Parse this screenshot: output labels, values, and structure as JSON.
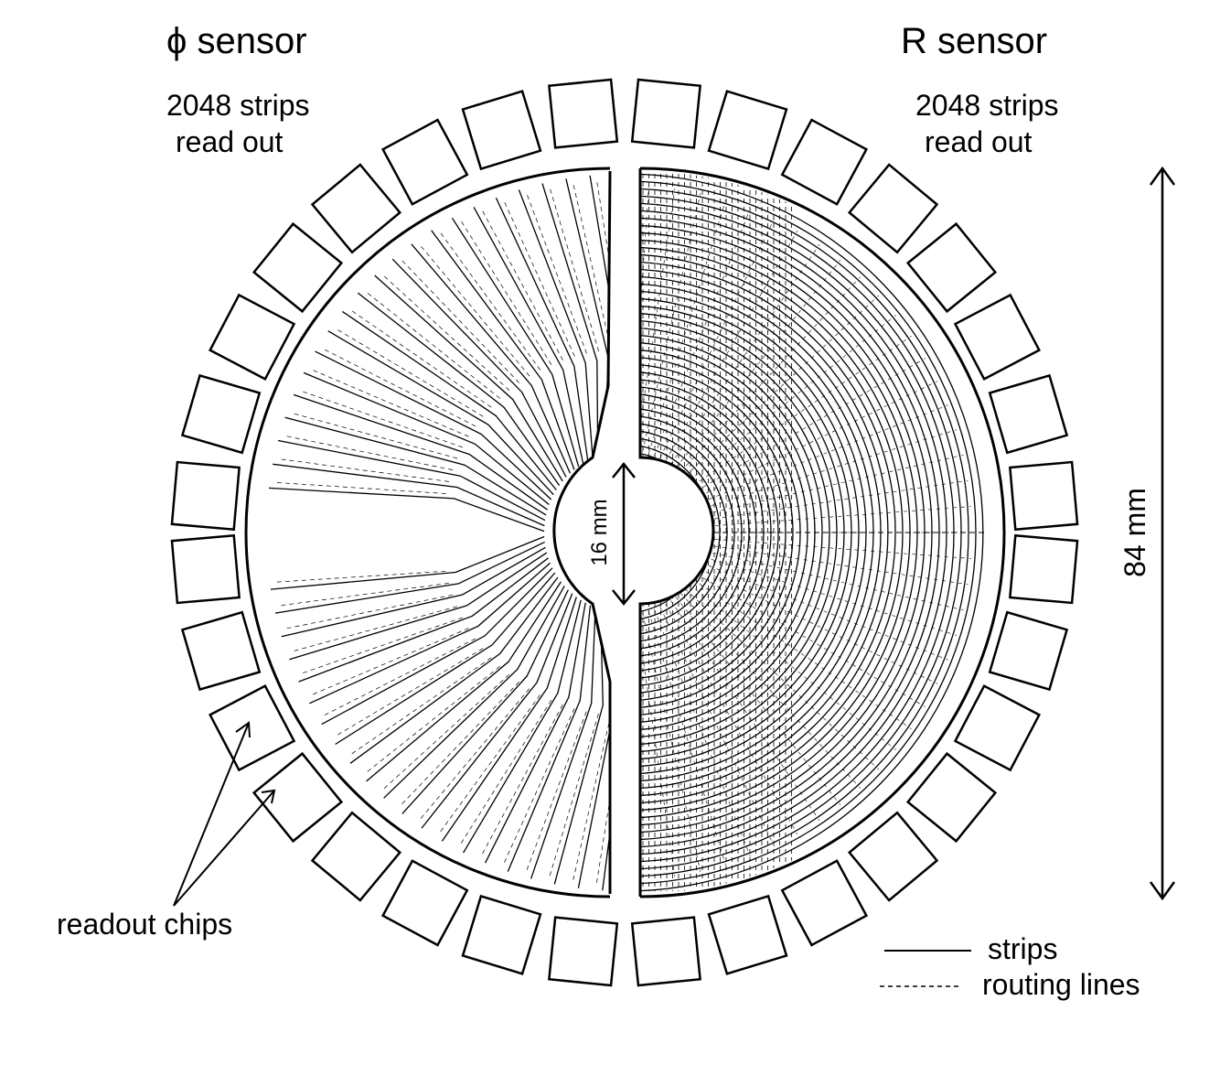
{
  "phi_sensor": {
    "symbol": "ϕ",
    "title": "sensor",
    "strips_line1": "2048 strips",
    "strips_line2": "read out"
  },
  "r_sensor": {
    "title": "R sensor",
    "strips_line1": "2048 strips",
    "strips_line2": "read out"
  },
  "dimensions": {
    "inner": "16 mm",
    "outer": "84 mm"
  },
  "annotations": {
    "readout_chips": "readout chips"
  },
  "legend": {
    "strips": "strips",
    "routing_lines": "routing lines"
  }
}
